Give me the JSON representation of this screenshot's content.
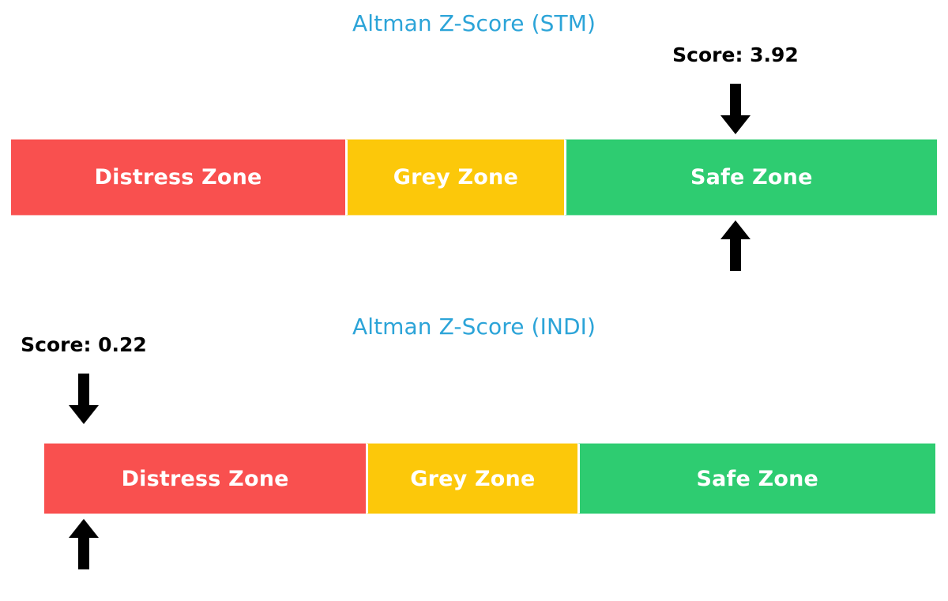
{
  "chart_data": [
    {
      "type": "bar",
      "id": "stm",
      "title": "Altman Z-Score (STM)",
      "orientation": "horizontal-stacked-gauge",
      "title_color": "#2ca4d8",
      "score_label": "Score: 3.92",
      "score_value": 3.92,
      "marker_position_pct": 78.1,
      "marker_top_icon": "down-arrow-icon",
      "marker_bottom_icon": "up-arrow-icon",
      "categories": [
        "Distress Zone",
        "Grey Zone",
        "Safe Zone"
      ],
      "values": [
        36.1,
        23.6,
        40.3
      ],
      "colors": [
        "#f9504f",
        "#fcc80a",
        "#2ecc71"
      ],
      "xlabel": "",
      "ylabel": "",
      "grid": false,
      "legend": "none"
    },
    {
      "type": "bar",
      "id": "indi",
      "title": "Altman Z-Score (INDI)",
      "orientation": "horizontal-stacked-gauge",
      "title_color": "#2ca4d8",
      "score_label": "Score: 0.22",
      "score_value": 0.22,
      "marker_position_pct": 4.3,
      "marker_top_icon": "down-arrow-icon",
      "marker_bottom_icon": "up-arrow-icon",
      "categories": [
        "Distress Zone",
        "Grey Zone",
        "Safe Zone"
      ],
      "values": [
        36.1,
        23.7,
        40.2
      ],
      "colors": [
        "#f9504f",
        "#fcc80a",
        "#2ecc71"
      ],
      "xlabel": "",
      "ylabel": "",
      "grid": false,
      "legend": "none"
    }
  ],
  "panels": {
    "stm": {
      "title": "Altman Z-Score (STM)",
      "score_label": "Score: 3.92",
      "zones": [
        {
          "label": "Distress Zone"
        },
        {
          "label": "Grey Zone"
        },
        {
          "label": "Safe Zone"
        }
      ]
    },
    "indi": {
      "title": "Altman Z-Score (INDI)",
      "score_label": "Score: 0.22",
      "zones": [
        {
          "label": "Distress Zone"
        },
        {
          "label": "Grey Zone"
        },
        {
          "label": "Safe Zone"
        }
      ]
    }
  }
}
